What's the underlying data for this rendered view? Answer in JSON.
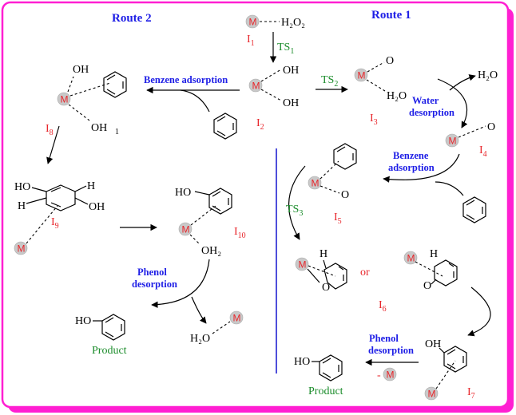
{
  "routes": {
    "route1_title": "Route 1",
    "route2_title": "Route 2"
  },
  "metal_label": "M",
  "species": {
    "h2o2": "H₂O₂",
    "oh": "OH",
    "o": "O",
    "h2o": "H₂O",
    "h": "H",
    "ho": "HO",
    "oh2": "OH₂",
    "one": "1",
    "or": "or",
    "minus": "-"
  },
  "intermediates": {
    "I1": "I",
    "I1_sub": "1",
    "I2": "I",
    "I2_sub": "2",
    "I3": "I",
    "I3_sub": "3",
    "I4": "I",
    "I4_sub": "4",
    "I5": "I",
    "I5_sub": "5",
    "I6": "I",
    "I6_sub": "6",
    "I7": "I",
    "I7_sub": "7",
    "I8": "I",
    "I8_sub": "8",
    "I9": "I",
    "I9_sub": "9",
    "I10": "I",
    "I10_sub": "10"
  },
  "transition_states": {
    "TS1": "TS",
    "TS1_sub": "1",
    "TS2": "TS",
    "TS2_sub": "2",
    "TS3": "TS",
    "TS3_sub": "3"
  },
  "steps": {
    "benzene_adsorption_route2": "Benzene adsorption",
    "water_desorption_1": "Water",
    "water_desorption_2": "desorption",
    "benzene_adsorption_r1_1": "Benzene",
    "benzene_adsorption_r1_2": "adsorption",
    "phenol_desorption_r2_1": "Phenol",
    "phenol_desorption_r2_2": "desorption",
    "phenol_desorption_r1_1": "Phenol",
    "phenol_desorption_r1_2": "desorption"
  },
  "product_label": "Product",
  "colors": {
    "frame_border": "#ff1fd2",
    "metal_fill": "#c9c9c9",
    "metal_text": "#e8262b",
    "route_text": "#1e1ee6",
    "intermediate_text": "#e8262b",
    "ts_text": "#1a8c2a",
    "divider": "#3a3ad6"
  }
}
